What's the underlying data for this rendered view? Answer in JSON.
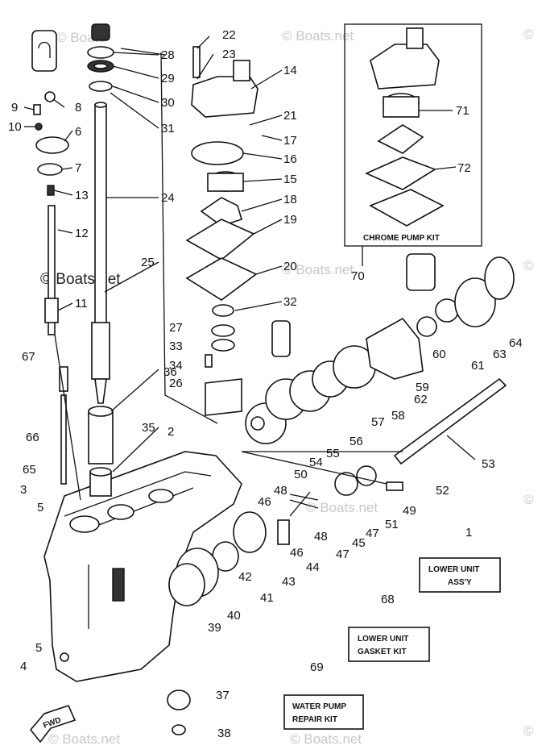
{
  "watermark": "© Boats.net",
  "watermark_top": "© Boats",
  "watermark_top_right": "© Boats.net",
  "watermark_mid": "© Boats.net",
  "watermark_right": "© Boats.net",
  "watermark_bottom": "© Boats.net",
  "watermark_bottom2": "© Boats.net",
  "boxes": {
    "chrome_pump_kit": "CHROME PUMP KIT",
    "lower_unit_line1": "LOWER UNIT",
    "lower_unit_line2": "ASS'Y",
    "gasket_kit_line1": "LOWER UNIT",
    "gasket_kit_line2": "GASKET KIT",
    "water_pump_line1": "WATER PUMP",
    "water_pump_line2": "REPAIR KIT"
  },
  "fwd_label": "FWD",
  "labels": {
    "n1": "1",
    "n2": "2",
    "n3": "3",
    "n4": "4",
    "n5a": "5",
    "n5b": "5",
    "n6": "6",
    "n7": "7",
    "n8": "8",
    "n9": "9",
    "n10": "10",
    "n11": "11",
    "n12": "12",
    "n13": "13",
    "n14": "14",
    "n15": "15",
    "n16": "16",
    "n17": "17",
    "n18": "18",
    "n19": "19",
    "n20": "20",
    "n21": "21",
    "n22": "22",
    "n23": "23",
    "n24": "24",
    "n25": "25",
    "n26": "26",
    "n27": "27",
    "n28": "28",
    "n29": "29",
    "n30": "30",
    "n31": "31",
    "n32": "32",
    "n33": "33",
    "n34": "34",
    "n35": "35",
    "n36": "36",
    "n37": "37",
    "n38": "38",
    "n39": "39",
    "n40": "40",
    "n41": "41",
    "n42": "42",
    "n43": "43",
    "n44": "44",
    "n45": "45",
    "n46a": "46",
    "n46b": "46",
    "n47a": "47",
    "n47b": "47",
    "n48a": "48",
    "n48b": "48",
    "n49": "49",
    "n50": "50",
    "n51": "51",
    "n52": "52",
    "n53": "53",
    "n54": "54",
    "n55": "55",
    "n56": "56",
    "n57": "57",
    "n58": "58",
    "n59": "59",
    "n60": "60",
    "n61": "61",
    "n62": "62",
    "n63": "63",
    "n64": "64",
    "n65": "65",
    "n66": "66",
    "n67": "67",
    "n68": "68",
    "n69": "69",
    "n70": "70",
    "n71": "71",
    "n72": "72"
  }
}
